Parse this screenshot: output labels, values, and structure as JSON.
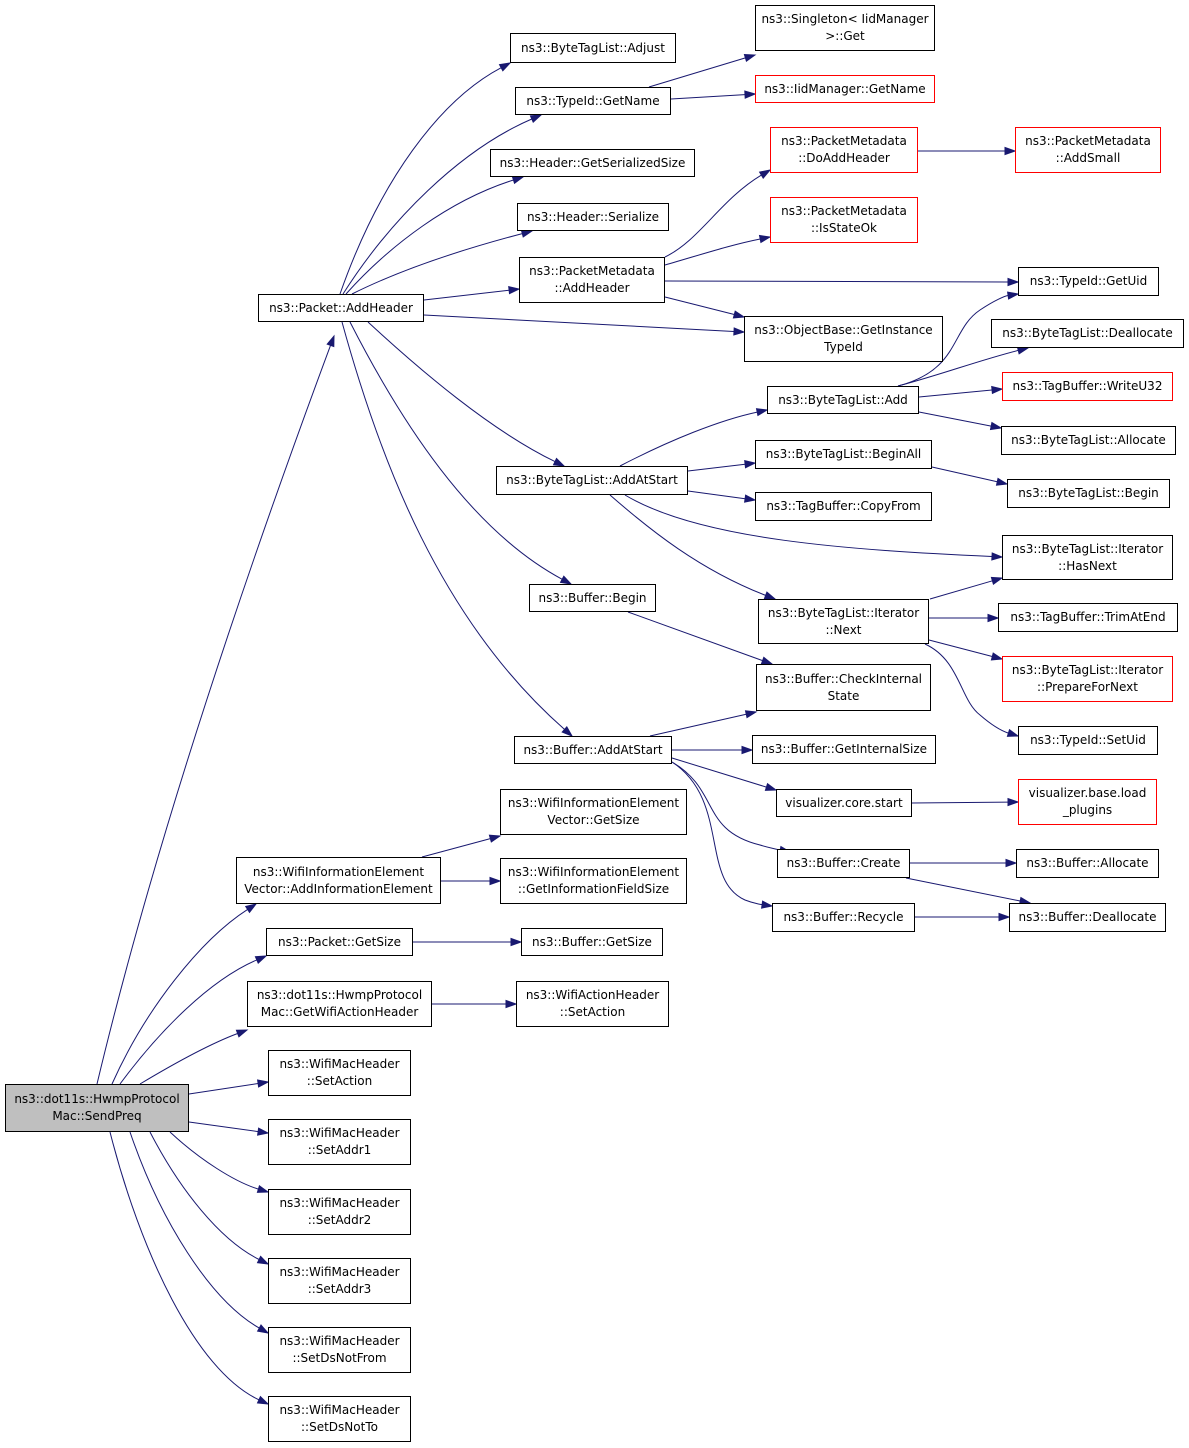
{
  "diagram": {
    "root": "SendPreq",
    "nodes": [
      {
        "id": "SendPreq",
        "lines": [
          "ns3::dot11s::HwmpProtocol",
          "Mac::SendPreq"
        ],
        "style": "root"
      },
      {
        "id": "AddHeader",
        "lines": [
          "ns3::Packet::AddHeader"
        ],
        "style": "normal"
      },
      {
        "id": "BTLAdjust",
        "lines": [
          "ns3::ByteTagList::Adjust"
        ],
        "style": "normal"
      },
      {
        "id": "TypeIdGetName",
        "lines": [
          "ns3::TypeId::GetName"
        ],
        "style": "normal"
      },
      {
        "id": "SingletonGet",
        "lines": [
          "ns3::Singleton< IidManager",
          ">::Get"
        ],
        "style": "normal"
      },
      {
        "id": "IidGetName",
        "lines": [
          "ns3::IidManager::GetName"
        ],
        "style": "truncated"
      },
      {
        "id": "HeaderGetSerializedSize",
        "lines": [
          "ns3::Header::GetSerializedSize"
        ],
        "style": "normal"
      },
      {
        "id": "HeaderSerialize",
        "lines": [
          "ns3::Header::Serialize"
        ],
        "style": "normal"
      },
      {
        "id": "PMDoAddHeader",
        "lines": [
          "ns3::PacketMetadata",
          "::DoAddHeader"
        ],
        "style": "truncated"
      },
      {
        "id": "PMAddSmall",
        "lines": [
          "ns3::PacketMetadata",
          "::AddSmall"
        ],
        "style": "truncated"
      },
      {
        "id": "PMIsStateOk",
        "lines": [
          "ns3::PacketMetadata",
          "::IsStateOk"
        ],
        "style": "truncated"
      },
      {
        "id": "PMAddHeader",
        "lines": [
          "ns3::PacketMetadata",
          "::AddHeader"
        ],
        "style": "normal"
      },
      {
        "id": "TypeIdGetUid",
        "lines": [
          "ns3::TypeId::GetUid"
        ],
        "style": "normal"
      },
      {
        "id": "GetInstanceTypeId",
        "lines": [
          "ns3::ObjectBase::GetInstance",
          "TypeId"
        ],
        "style": "normal"
      },
      {
        "id": "BTLDeallocate",
        "lines": [
          "ns3::ByteTagList::Deallocate"
        ],
        "style": "normal"
      },
      {
        "id": "BTLAdd",
        "lines": [
          "ns3::ByteTagList::Add"
        ],
        "style": "normal"
      },
      {
        "id": "TBWriteU32",
        "lines": [
          "ns3::TagBuffer::WriteU32"
        ],
        "style": "truncated"
      },
      {
        "id": "BTLAllocate",
        "lines": [
          "ns3::ByteTagList::Allocate"
        ],
        "style": "normal"
      },
      {
        "id": "BTLBeginAll",
        "lines": [
          "ns3::ByteTagList::BeginAll"
        ],
        "style": "normal"
      },
      {
        "id": "BTLAddAtStart",
        "lines": [
          "ns3::ByteTagList::AddAtStart"
        ],
        "style": "normal"
      },
      {
        "id": "BTLBegin",
        "lines": [
          "ns3::ByteTagList::Begin"
        ],
        "style": "normal"
      },
      {
        "id": "TBCopyFrom",
        "lines": [
          "ns3::TagBuffer::CopyFrom"
        ],
        "style": "normal"
      },
      {
        "id": "BTLIterHasNext",
        "lines": [
          "ns3::ByteTagList::Iterator",
          "::HasNext"
        ],
        "style": "normal"
      },
      {
        "id": "BufferBegin",
        "lines": [
          "ns3::Buffer::Begin"
        ],
        "style": "normal"
      },
      {
        "id": "BTLIterNext",
        "lines": [
          "ns3::ByteTagList::Iterator",
          "::Next"
        ],
        "style": "normal"
      },
      {
        "id": "TBTrimAtEnd",
        "lines": [
          "ns3::TagBuffer::TrimAtEnd"
        ],
        "style": "normal"
      },
      {
        "id": "BufferCheckInternalState",
        "lines": [
          "ns3::Buffer::CheckInternal",
          "State"
        ],
        "style": "normal"
      },
      {
        "id": "BTLIterPrepareForNext",
        "lines": [
          "ns3::ByteTagList::Iterator",
          "::PrepareForNext"
        ],
        "style": "truncated"
      },
      {
        "id": "TypeIdSetUid",
        "lines": [
          "ns3::TypeId::SetUid"
        ],
        "style": "normal"
      },
      {
        "id": "BufferAddAtStart",
        "lines": [
          "ns3::Buffer::AddAtStart"
        ],
        "style": "normal"
      },
      {
        "id": "BufferGetInternalSize",
        "lines": [
          "ns3::Buffer::GetInternalSize"
        ],
        "style": "normal"
      },
      {
        "id": "WIEVGetSize",
        "lines": [
          "ns3::WifiInformationElement",
          "Vector::GetSize"
        ],
        "style": "normal"
      },
      {
        "id": "VisCoreStart",
        "lines": [
          "visualizer.core.start"
        ],
        "style": "normal"
      },
      {
        "id": "VisLoadPlugins",
        "lines": [
          "visualizer.base.load",
          "_plugins"
        ],
        "style": "truncated"
      },
      {
        "id": "WIEVAddInformationElement",
        "lines": [
          "ns3::WifiInformationElement",
          "Vector::AddInformationElement"
        ],
        "style": "normal"
      },
      {
        "id": "WIEGetInformationFieldSize",
        "lines": [
          "ns3::WifiInformationElement",
          "::GetInformationFieldSize"
        ],
        "style": "normal"
      },
      {
        "id": "BufferCreate",
        "lines": [
          "ns3::Buffer::Create"
        ],
        "style": "normal"
      },
      {
        "id": "BufferAllocate",
        "lines": [
          "ns3::Buffer::Allocate"
        ],
        "style": "normal"
      },
      {
        "id": "BufferRecycle",
        "lines": [
          "ns3::Buffer::Recycle"
        ],
        "style": "normal"
      },
      {
        "id": "BufferDeallocate",
        "lines": [
          "ns3::Buffer::Deallocate"
        ],
        "style": "normal"
      },
      {
        "id": "PacketGetSize",
        "lines": [
          "ns3::Packet::GetSize"
        ],
        "style": "normal"
      },
      {
        "id": "BufferGetSize",
        "lines": [
          "ns3::Buffer::GetSize"
        ],
        "style": "normal"
      },
      {
        "id": "GetWifiActionHeader",
        "lines": [
          "ns3::dot11s::HwmpProtocol",
          "Mac::GetWifiActionHeader"
        ],
        "style": "normal"
      },
      {
        "id": "WAHSetAction",
        "lines": [
          "ns3::WifiActionHeader",
          "::SetAction"
        ],
        "style": "normal"
      },
      {
        "id": "WMHSetAction",
        "lines": [
          "ns3::WifiMacHeader",
          "::SetAction"
        ],
        "style": "normal"
      },
      {
        "id": "WMHSetAddr1",
        "lines": [
          "ns3::WifiMacHeader",
          "::SetAddr1"
        ],
        "style": "normal"
      },
      {
        "id": "WMHSetAddr2",
        "lines": [
          "ns3::WifiMacHeader",
          "::SetAddr2"
        ],
        "style": "normal"
      },
      {
        "id": "WMHSetAddr3",
        "lines": [
          "ns3::WifiMacHeader",
          "::SetAddr3"
        ],
        "style": "normal"
      },
      {
        "id": "WMHSetDsNotFrom",
        "lines": [
          "ns3::WifiMacHeader",
          "::SetDsNotFrom"
        ],
        "style": "normal"
      },
      {
        "id": "WMHSetDsNotTo",
        "lines": [
          "ns3::WifiMacHeader",
          "::SetDsNotTo"
        ],
        "style": "normal"
      }
    ],
    "edges": [
      [
        "SendPreq",
        "AddHeader"
      ],
      [
        "SendPreq",
        "WIEVAddInformationElement"
      ],
      [
        "SendPreq",
        "PacketGetSize"
      ],
      [
        "SendPreq",
        "GetWifiActionHeader"
      ],
      [
        "SendPreq",
        "WMHSetAction"
      ],
      [
        "SendPreq",
        "WMHSetAddr1"
      ],
      [
        "SendPreq",
        "WMHSetAddr2"
      ],
      [
        "SendPreq",
        "WMHSetAddr3"
      ],
      [
        "SendPreq",
        "WMHSetDsNotFrom"
      ],
      [
        "SendPreq",
        "WMHSetDsNotTo"
      ],
      [
        "AddHeader",
        "BTLAdjust"
      ],
      [
        "AddHeader",
        "TypeIdGetName"
      ],
      [
        "AddHeader",
        "HeaderGetSerializedSize"
      ],
      [
        "AddHeader",
        "HeaderSerialize"
      ],
      [
        "AddHeader",
        "PMAddHeader"
      ],
      [
        "AddHeader",
        "GetInstanceTypeId"
      ],
      [
        "AddHeader",
        "BTLAddAtStart"
      ],
      [
        "AddHeader",
        "BufferBegin"
      ],
      [
        "AddHeader",
        "BufferAddAtStart"
      ],
      [
        "TypeIdGetName",
        "SingletonGet"
      ],
      [
        "TypeIdGetName",
        "IidGetName"
      ],
      [
        "PMAddHeader",
        "PMDoAddHeader"
      ],
      [
        "PMAddHeader",
        "PMIsStateOk"
      ],
      [
        "PMAddHeader",
        "TypeIdGetUid"
      ],
      [
        "PMAddHeader",
        "GetInstanceTypeId"
      ],
      [
        "PMDoAddHeader",
        "PMAddSmall"
      ],
      [
        "BTLAddAtStart",
        "BTLAdd"
      ],
      [
        "BTLAddAtStart",
        "BTLBeginAll"
      ],
      [
        "BTLAddAtStart",
        "TBCopyFrom"
      ],
      [
        "BTLAddAtStart",
        "BTLIterHasNext"
      ],
      [
        "BTLAddAtStart",
        "BTLIterNext"
      ],
      [
        "BTLAdd",
        "TypeIdGetUid"
      ],
      [
        "BTLAdd",
        "BTLDeallocate"
      ],
      [
        "BTLAdd",
        "TBWriteU32"
      ],
      [
        "BTLAdd",
        "BTLAllocate"
      ],
      [
        "BTLBeginAll",
        "BTLBegin"
      ],
      [
        "BTLIterNext",
        "BTLIterHasNext"
      ],
      [
        "BTLIterNext",
        "TBTrimAtEnd"
      ],
      [
        "BTLIterNext",
        "BTLIterPrepareForNext"
      ],
      [
        "BTLIterNext",
        "TypeIdSetUid"
      ],
      [
        "BufferBegin",
        "BufferCheckInternalState"
      ],
      [
        "BufferAddAtStart",
        "BufferCheckInternalState"
      ],
      [
        "BufferAddAtStart",
        "BufferGetInternalSize"
      ],
      [
        "BufferAddAtStart",
        "VisCoreStart"
      ],
      [
        "BufferAddAtStart",
        "BufferCreate"
      ],
      [
        "BufferAddAtStart",
        "BufferRecycle"
      ],
      [
        "VisCoreStart",
        "VisLoadPlugins"
      ],
      [
        "BufferCreate",
        "BufferAllocate"
      ],
      [
        "BufferCreate",
        "BufferDeallocate"
      ],
      [
        "BufferRecycle",
        "BufferDeallocate"
      ],
      [
        "WIEVAddInformationElement",
        "WIEVGetSize"
      ],
      [
        "WIEVAddInformationElement",
        "WIEGetInformationFieldSize"
      ],
      [
        "PacketGetSize",
        "BufferGetSize"
      ],
      [
        "GetWifiActionHeader",
        "WAHSetAction"
      ]
    ],
    "colors": {
      "edge": "#191970",
      "border": "#000000",
      "truncated_border": "#ff0000",
      "root_fill": "#bfbfbf",
      "node_fill": "#ffffff"
    }
  }
}
